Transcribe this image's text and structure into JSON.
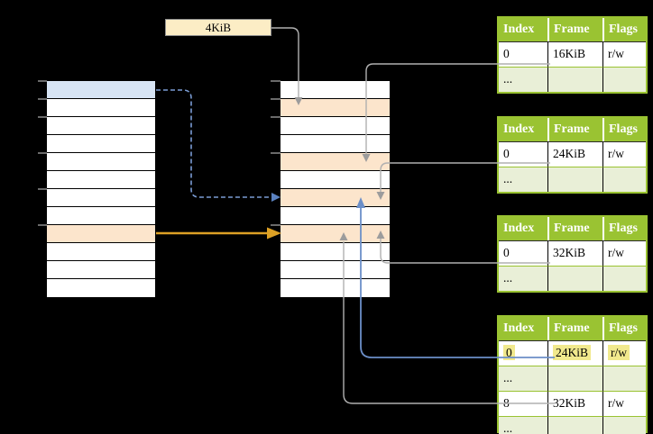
{
  "page_size_label": "4KiB",
  "memory_columns": {
    "virtual": {
      "rows": 12,
      "blue_row_index": 0,
      "orange_row_index": 8,
      "tick_rows": [
        0,
        1,
        2,
        4,
        6,
        8
      ]
    },
    "physical": {
      "rows": 12,
      "orange_row_indices": [
        1,
        4,
        6,
        8
      ],
      "tick_rows": [
        0,
        1,
        2,
        4,
        8
      ]
    }
  },
  "page_tables": {
    "headers": [
      "Index",
      "Frame",
      "Flags"
    ],
    "tables": [
      {
        "id": "page-table-16kib",
        "rows": [
          {
            "cells": [
              "0",
              "16KiB",
              "r/w"
            ]
          },
          {
            "cells": [
              "...",
              "",
              ""
            ]
          }
        ]
      },
      {
        "id": "page-table-24kib",
        "rows": [
          {
            "cells": [
              "0",
              "24KiB",
              "r/w"
            ]
          },
          {
            "cells": [
              "...",
              "",
              ""
            ]
          }
        ]
      },
      {
        "id": "page-table-32kib",
        "rows": [
          {
            "cells": [
              "0",
              "32KiB",
              "r/w"
            ]
          },
          {
            "cells": [
              "...",
              "",
              ""
            ]
          }
        ]
      },
      {
        "id": "level2-page-table",
        "rows": [
          {
            "cells": [
              "0",
              "24KiB",
              "r/w"
            ],
            "highlighted": true
          },
          {
            "cells": [
              "...",
              "",
              ""
            ]
          },
          {
            "cells": [
              "8",
              "32KiB",
              "r/w"
            ]
          },
          {
            "cells": [
              "...",
              "",
              ""
            ]
          }
        ]
      }
    ]
  },
  "colors": {
    "table_header_green": "#9ac332",
    "table_row_pale_green": "#e9efd7",
    "highlight_yellow": "#f1e98d",
    "virtual_page_blue": "#d7e4f4",
    "frame_orange": "#fce5cc",
    "label_box_tan": "#fcedc5",
    "arrow_gray": "#b0b0b0",
    "arrow_blue": "#6c8fc8",
    "arrow_orange": "#dda125",
    "background": "#000000"
  }
}
